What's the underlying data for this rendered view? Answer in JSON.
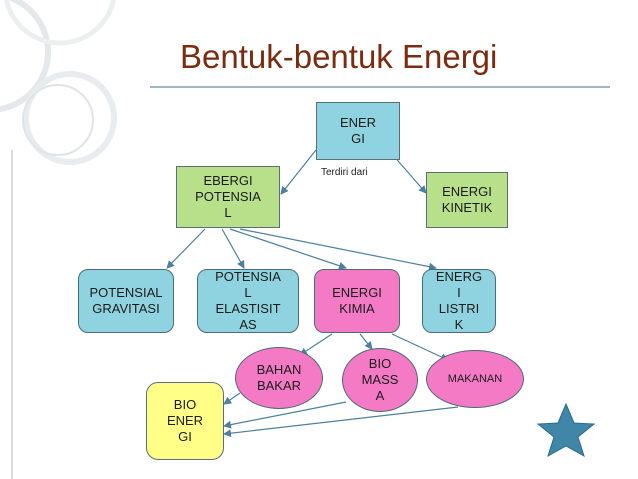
{
  "title": "Bentuk-bentuk Energi",
  "edge_label": "Terdiri dari",
  "nodes": {
    "energi": "ENER\nGI",
    "potensial": "EBERGI\nPOTENSIA\nL",
    "kinetik": "ENERGI\nKINETIK",
    "gravitasi": "POTENSIAL\nGRAVITASI",
    "elastis": "POTENSIA\nL\nELASTISIT\nAS",
    "kimia": "ENERGI\nKIMIA",
    "listrik": "ENERG\nI\nLISTRI\nK",
    "bahan_bakar": "BAHAN\nBAKAR",
    "biomassa": "BIO\nMASS\nA",
    "makanan": "MAKANAN",
    "bioenergi": "BIO\nENER\nGI"
  },
  "colors": {
    "title": "#7b2c10",
    "green": "#b8e08a",
    "blue": "#8fd3e0",
    "pink": "#f47ac6",
    "yellow": "#ffff88",
    "star": "#3f86a8"
  },
  "icons": {
    "star": "star-icon"
  }
}
